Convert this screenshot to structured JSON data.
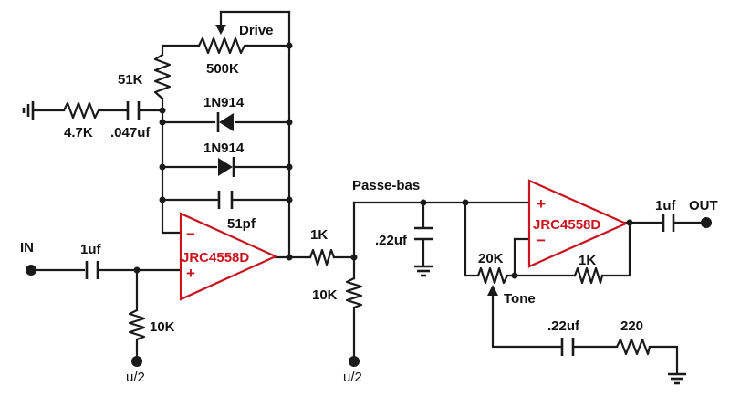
{
  "labels": {
    "in": "IN",
    "out": "OUT",
    "drive": "Drive",
    "tone": "Tone",
    "passe_bas": "Passe-bas",
    "vref_left": "u/2",
    "vref_mid": "u/2"
  },
  "components": {
    "r_drive_pot": "500K",
    "r_51k": "51K",
    "r_4k7": "4.7K",
    "c_047": ".047uf",
    "d1": "1N914",
    "d2": "1N914",
    "c_51pf": "51pf",
    "c_in": "1uf",
    "r_10k_in": "10K",
    "r_1k_lp": "1K",
    "r_10k_lp": "10K",
    "c_22_lp": ".22uf",
    "r_tone_pot": "20K",
    "r_1k_fb": "1K",
    "c_out": "1uf",
    "c_22_tone": ".22uf",
    "r_220": "220"
  },
  "opamps": {
    "u1": {
      "part": "JRC4558D",
      "minus": "−",
      "plus": "+"
    },
    "u2": {
      "part": "JRC4558D",
      "minus": "−",
      "plus": "+"
    }
  },
  "colors": {
    "wire": "#1a1a1a",
    "opamp": "#c8141e"
  }
}
